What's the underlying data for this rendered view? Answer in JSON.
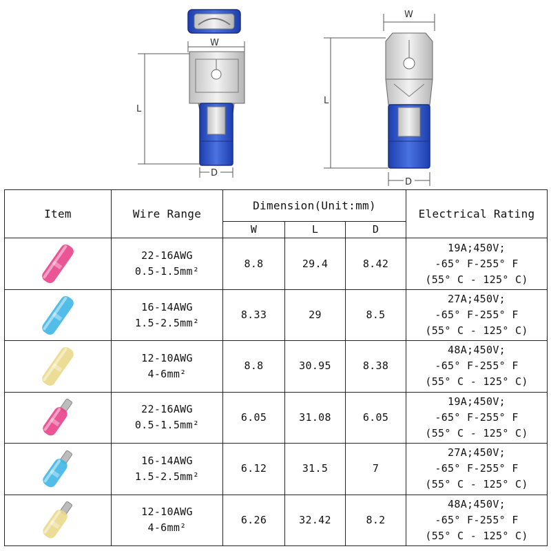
{
  "diagram": {
    "left_terminal": {
      "w_label": "W",
      "l_label": "L",
      "d_label": "D"
    },
    "right_terminal": {
      "w_label": "W",
      "l_label": "L",
      "d_label": "D"
    }
  },
  "table": {
    "headers": {
      "item": "Item",
      "wire_range": "Wire Range",
      "dimension": "Dimension(Unit:mm)",
      "w": "W",
      "l": "L",
      "d": "D",
      "electrical": "Electrical Rating"
    },
    "rows": [
      {
        "icon": "pink-female-connector-icon",
        "color": "#e8428a",
        "wire_awg": "22-16AWG",
        "wire_mm": "0.5-1.5mm²",
        "w": "8.8",
        "l": "29.4",
        "d": "8.42",
        "rating": "19A;450V;",
        "temp_f": "-65° F-255° F",
        "temp_c": "(55° C - 125° C)"
      },
      {
        "icon": "blue-female-connector-icon",
        "color": "#3fb6e6",
        "wire_awg": "16-14AWG",
        "wire_mm": "1.5-2.5mm²",
        "w": "8.33",
        "l": "29",
        "d": "8.5",
        "rating": "27A;450V;",
        "temp_f": "-65° F-255° F",
        "temp_c": "(55° C - 125° C)"
      },
      {
        "icon": "yellow-female-connector-icon",
        "color": "#e9d98a",
        "wire_awg": "12-10AWG",
        "wire_mm": "4-6mm²",
        "w": "8.8",
        "l": "30.95",
        "d": "8.38",
        "rating": "48A;450V;",
        "temp_f": "-65° F-255° F",
        "temp_c": "(55° C - 125° C)"
      },
      {
        "icon": "pink-male-connector-icon",
        "color": "#e8428a",
        "wire_awg": "22-16AWG",
        "wire_mm": "0.5-1.5mm²",
        "w": "6.05",
        "l": "31.08",
        "d": "6.05",
        "rating": "19A;450V;",
        "temp_f": "-65° F-255° F",
        "temp_c": "(55° C - 125° C)"
      },
      {
        "icon": "blue-male-connector-icon",
        "color": "#3fb6e6",
        "wire_awg": "16-14AWG",
        "wire_mm": "1.5-2.5mm²",
        "w": "6.12",
        "l": "31.5",
        "d": "7",
        "rating": "27A;450V;",
        "temp_f": "-65° F-255° F",
        "temp_c": "(55° C - 125° C)"
      },
      {
        "icon": "yellow-male-connector-icon",
        "color": "#e9d98a",
        "wire_awg": "12-10AWG",
        "wire_mm": "4-6mm²",
        "w": "6.26",
        "l": "32.42",
        "d": "8.2",
        "rating": "48A;450V;",
        "temp_f": "-65° F-255° F",
        "temp_c": "(55° C - 125° C)"
      }
    ]
  },
  "colors": {
    "insulation_blue": "#2f56c8",
    "metal": "#d9d9d9",
    "border": "#222222"
  }
}
